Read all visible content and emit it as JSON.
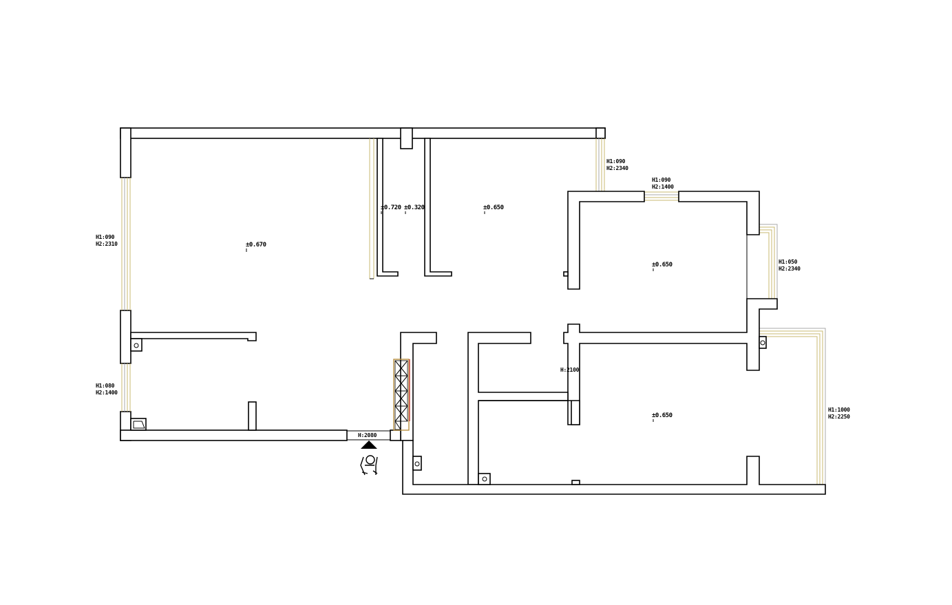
{
  "levels": {
    "living": "±0.670",
    "corridor_a": "±0.720",
    "corridor_b": "±0.320",
    "room_north": "±0.650",
    "room_east": "±0.650",
    "room_southeast": "±0.650"
  },
  "openings": {
    "west_upper": {
      "h1": "H1:090",
      "h2": "H2:2310"
    },
    "west_lower": {
      "h1": "H1:080",
      "h2": "H2:1400"
    },
    "north_right": {
      "h1": "H1:090",
      "h2": "H2:2340"
    },
    "north_small": {
      "h1": "H1:090",
      "h2": "H2:1400"
    },
    "east_upper": {
      "h1": "H1:050",
      "h2": "H2:2340"
    },
    "east_lower": {
      "h1": "H1:1000",
      "h2": "H2:2250"
    },
    "entrance": {
      "h": "H:2080"
    },
    "inner_door": {
      "h": "H:2100"
    }
  },
  "colors": {
    "wall": "#000000",
    "window": "#c8b870",
    "glass": "#a8a8a8",
    "cabinet": "#b89040",
    "cabinet_edge": "#cc4444"
  },
  "icons": [
    "person-entry-icon",
    "entry-arrow-icon"
  ]
}
